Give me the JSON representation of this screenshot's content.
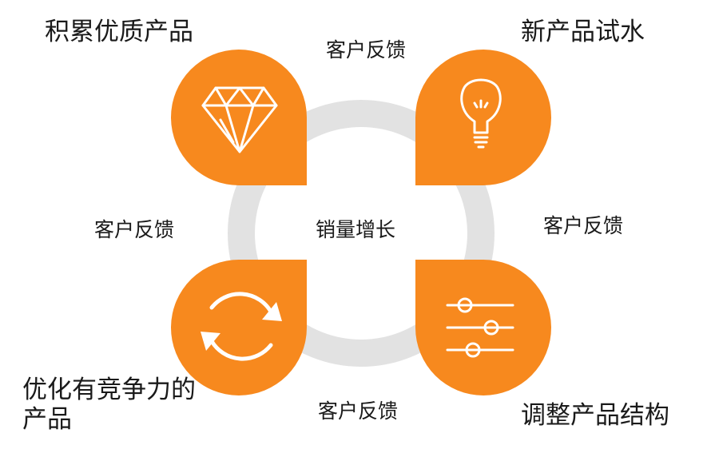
{
  "diagram": {
    "center_label": "销量增长",
    "quadrants": [
      {
        "key": "top_left",
        "title": "积累优质产品",
        "icon": "diamond-icon"
      },
      {
        "key": "top_right",
        "title": "新产品试水",
        "icon": "lightbulb-icon"
      },
      {
        "key": "bottom_right",
        "title": "调整产品结构",
        "icon": "sliders-icon"
      },
      {
        "key": "bottom_left",
        "title": "优化有竞争力的产品",
        "icon": "refresh-icon"
      }
    ],
    "feedback_labels": {
      "top": "客户反馈",
      "right": "客户反馈",
      "bottom": "客户反馈",
      "left": "客户反馈"
    },
    "colors": {
      "accent": "#F7891E",
      "ring": "#E2E2E2",
      "text": "#1A1A1A",
      "icon": "#FFFFFF"
    }
  }
}
